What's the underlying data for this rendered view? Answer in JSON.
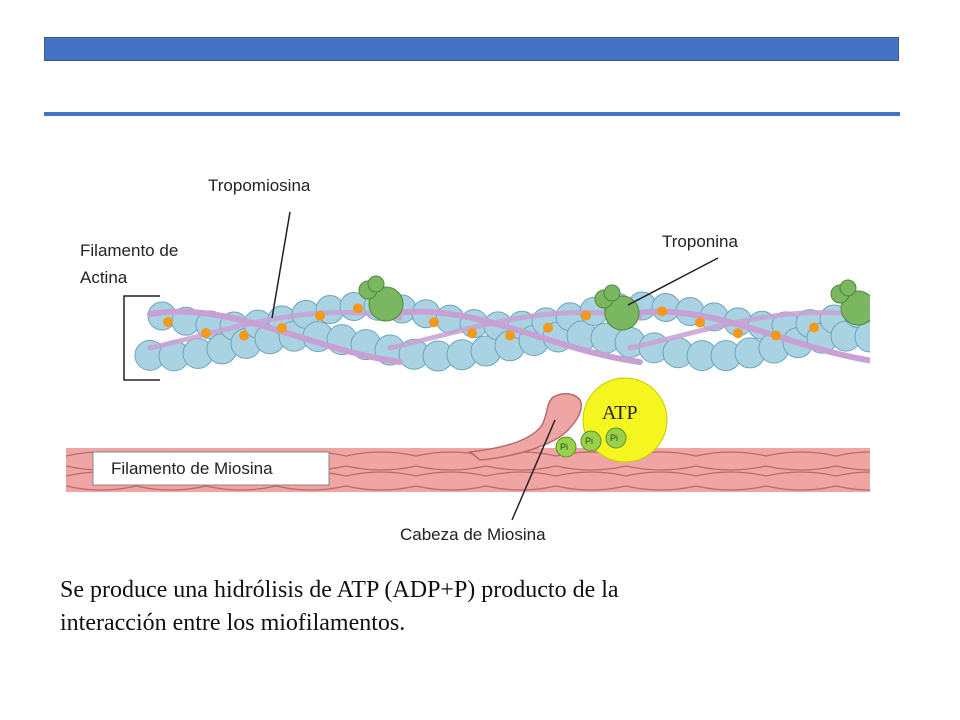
{
  "slide": {
    "caption_line1": "Se produce una hidrólisis de ATP (ADP+P) producto de la",
    "caption_line2": "interacción entre los miofilamentos."
  },
  "colors": {
    "title_bar": "#4472c4",
    "rule": "#4472c4",
    "actin": "#a9d3e3",
    "actin_stroke": "#6fa5bc",
    "tropomyosin": "#c9a0d4",
    "binding_site": "#f39a1c",
    "troponin": "#7bb661",
    "myosin": "#f0a5a5",
    "myosin_stroke": "#b66a6a",
    "atp": "#f5f51f",
    "phosphate": "#9ad04a"
  },
  "diagram": {
    "labels": {
      "tropomiosina": "Tropomiosina",
      "filamento_actina_1": "Filamento de",
      "filamento_actina_2": "Actina",
      "troponina": "Troponina",
      "filamento_miosina": "Filamento de Miosina",
      "cabeza_miosina": "Cabeza de Miosina",
      "atp": "ATP",
      "pi": "Pi"
    }
  }
}
